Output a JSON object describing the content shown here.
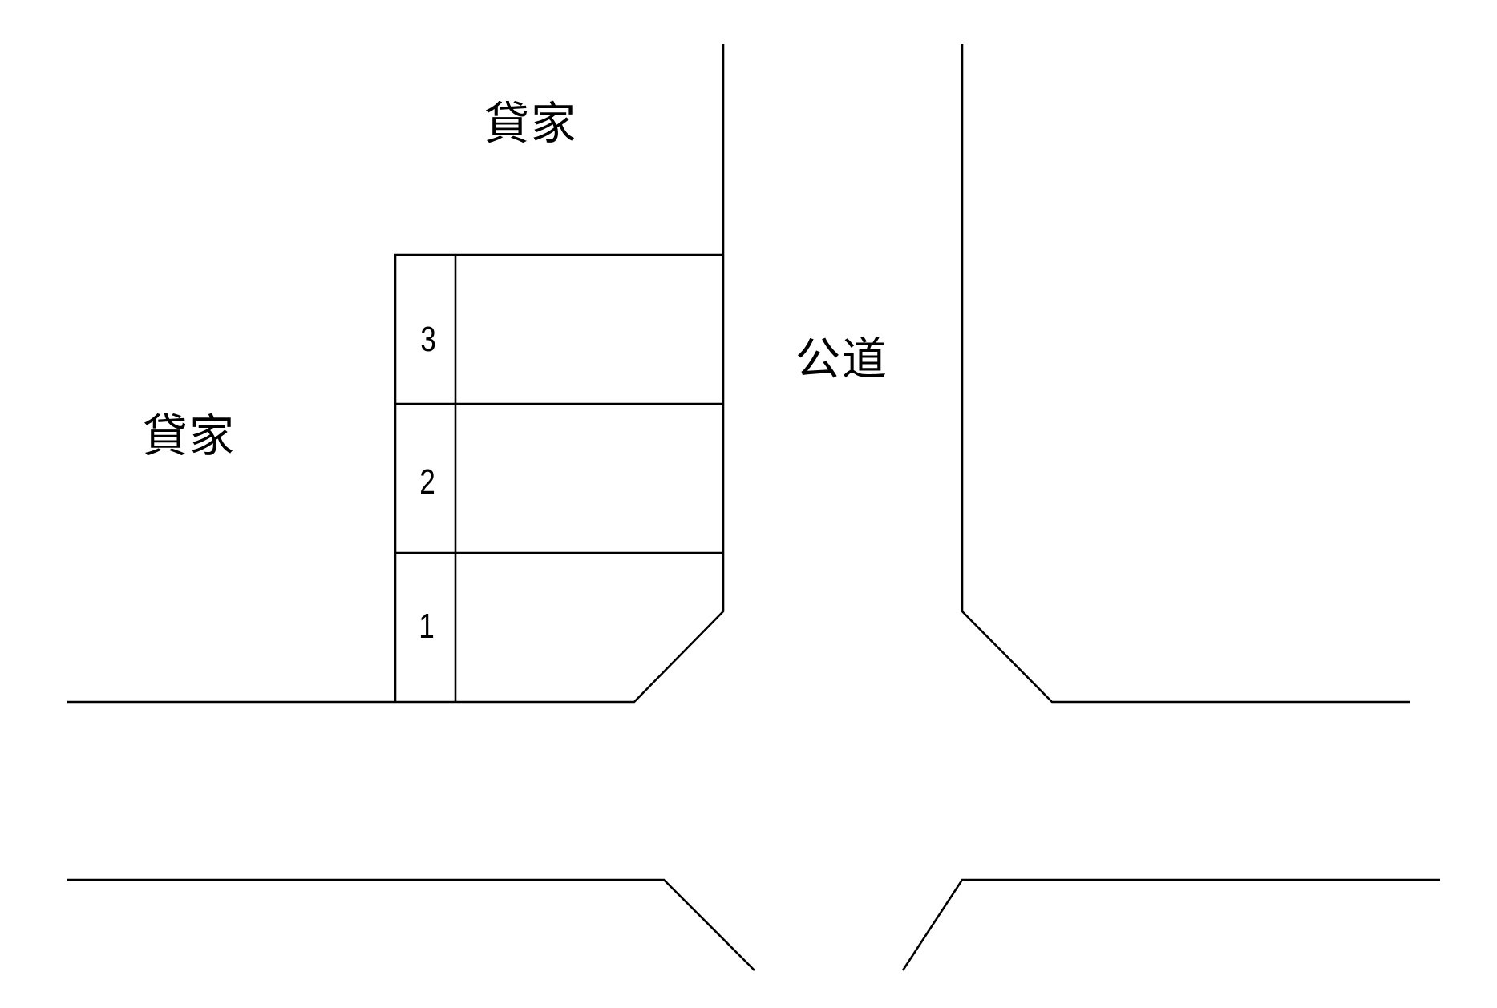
{
  "diagram": {
    "type": "parking-lot-site-map",
    "labels": {
      "rental_house_top": "貸家",
      "rental_house_left": "貸家",
      "public_road": "公道"
    },
    "parking_spaces": [
      {
        "number": "3"
      },
      {
        "number": "2"
      },
      {
        "number": "1"
      }
    ],
    "line_color": "#000000",
    "background": "#ffffff"
  }
}
